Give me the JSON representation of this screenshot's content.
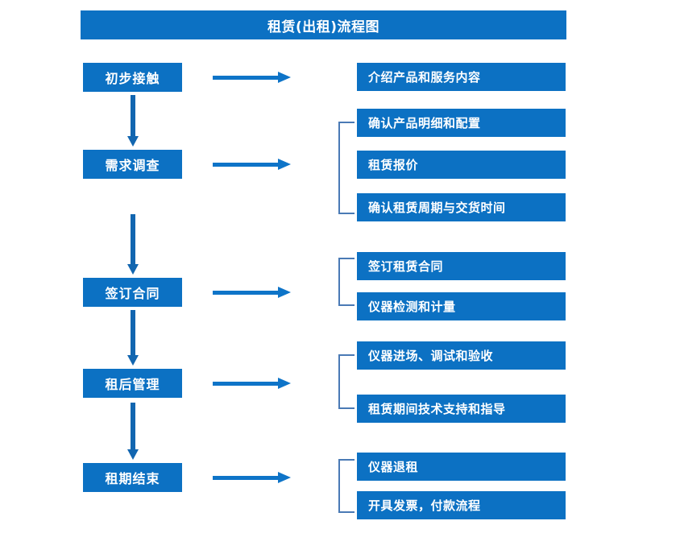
{
  "title": {
    "text": "租赁(出租)流程图"
  },
  "colors": {
    "box_fill": "#0c71c3",
    "box_text": "#ffffff",
    "arrow": "#0e74c8",
    "vertical_arrow": "#1266b0",
    "bracket": "#4a7ab5",
    "background": "#ffffff"
  },
  "stages": [
    {
      "label": "初步接触"
    },
    {
      "label": "需求调查"
    },
    {
      "label": "签订合同"
    },
    {
      "label": "租后管理"
    },
    {
      "label": "租期结束"
    }
  ],
  "details": [
    {
      "label": "介绍产品和服务内容"
    },
    {
      "label": "确认产品明细和配置"
    },
    {
      "label": "租赁报价"
    },
    {
      "label": "确认租赁周期与交货时间"
    },
    {
      "label": "签订租赁合同"
    },
    {
      "label": "仪器检测和计量"
    },
    {
      "label": "仪器进场、调试和验收"
    },
    {
      "label": "租赁期间技术支持和指导"
    },
    {
      "label": "仪器退租"
    },
    {
      "label": "开具发票，付款流程"
    }
  ],
  "groups": [
    {
      "name": "needs-survey-group",
      "members": [
        "确认产品明细和配置",
        "租赁报价",
        "确认租赁周期与交货时间"
      ]
    },
    {
      "name": "contract-group",
      "members": [
        "签订租赁合同",
        "仪器检测和计量"
      ]
    },
    {
      "name": "post-rental-group",
      "members": [
        "仪器进场、调试和验收",
        "租赁期间技术支持和指导"
      ]
    },
    {
      "name": "lease-end-group",
      "members": [
        "仪器退租",
        "开具发票，付款流程"
      ]
    }
  ],
  "connectors": {
    "horizontal_arrow_count": 5,
    "vertical_arrow_count": 4
  }
}
